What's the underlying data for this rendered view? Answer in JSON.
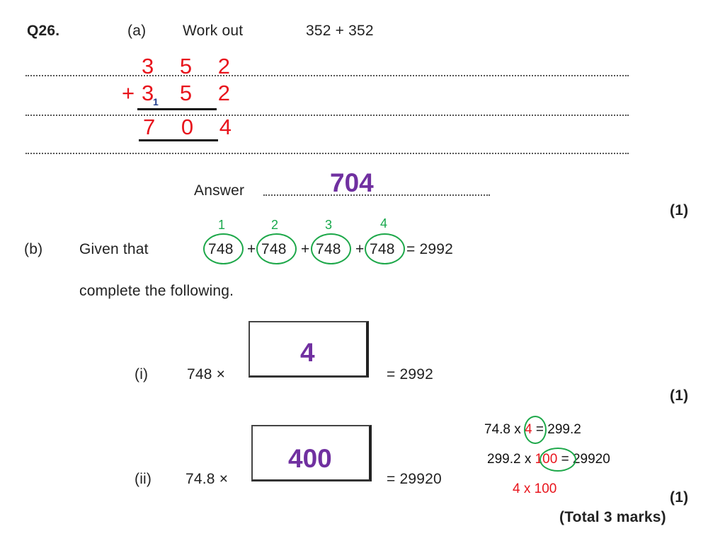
{
  "question": {
    "number": "Q26.",
    "part_a": {
      "label": "(a)",
      "prompt": "Work out",
      "expression": "352 + 352",
      "working": {
        "row1": "3 5 2",
        "plus": "+",
        "row2": "3 5 2",
        "carry": "1",
        "result": "7 0 4"
      },
      "answer_label": "Answer",
      "answer_value": "704",
      "marks": "(1)"
    },
    "part_b": {
      "label": "(b)",
      "given_label": "Given that",
      "terms": [
        "748",
        "748",
        "748",
        "748"
      ],
      "plus": "+",
      "equals": "= 2992",
      "term_counts": [
        "1",
        "2",
        "3",
        "4"
      ],
      "instruction": "complete the following.",
      "part_i": {
        "label": "(i)",
        "left": "748 ×",
        "box_answer": "4",
        "right": "= 2992",
        "marks": "(1)"
      },
      "part_ii": {
        "label": "(ii)",
        "left": "74.8 ×",
        "box_answer": "400",
        "right": "= 29920",
        "marks": "(1)"
      },
      "side_working": {
        "line1_a": "74.8 x",
        "line1_circled": "4",
        "line1_b": "= 299.2",
        "line2_a": "299.2 x",
        "line2_circled": "100",
        "line2_b": "= 29920",
        "line3": "4 x 100"
      }
    },
    "total": "(Total 3 marks)"
  },
  "colors": {
    "working_red": "#e8141c",
    "answer_purple": "#7030a0",
    "circle_green": "#18a84c"
  }
}
